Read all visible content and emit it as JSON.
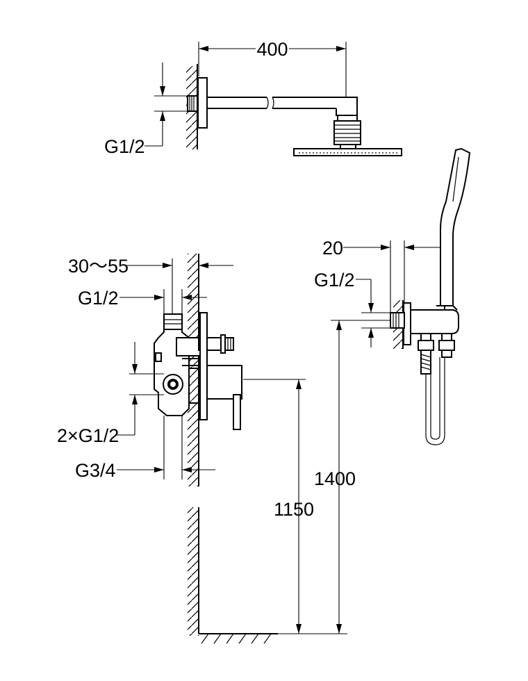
{
  "labels": {
    "arm_length": "400",
    "head_inlet": "G1/2",
    "wall_depth": "30～55",
    "valve_top_inlet": "G1/2",
    "valve_side_inlets": "2×G1/2",
    "valve_bottom": "G3/4",
    "handheld_offset": "20",
    "handheld_inlet": "G1/2",
    "valve_height": "1150",
    "outlet_height": "1400"
  }
}
